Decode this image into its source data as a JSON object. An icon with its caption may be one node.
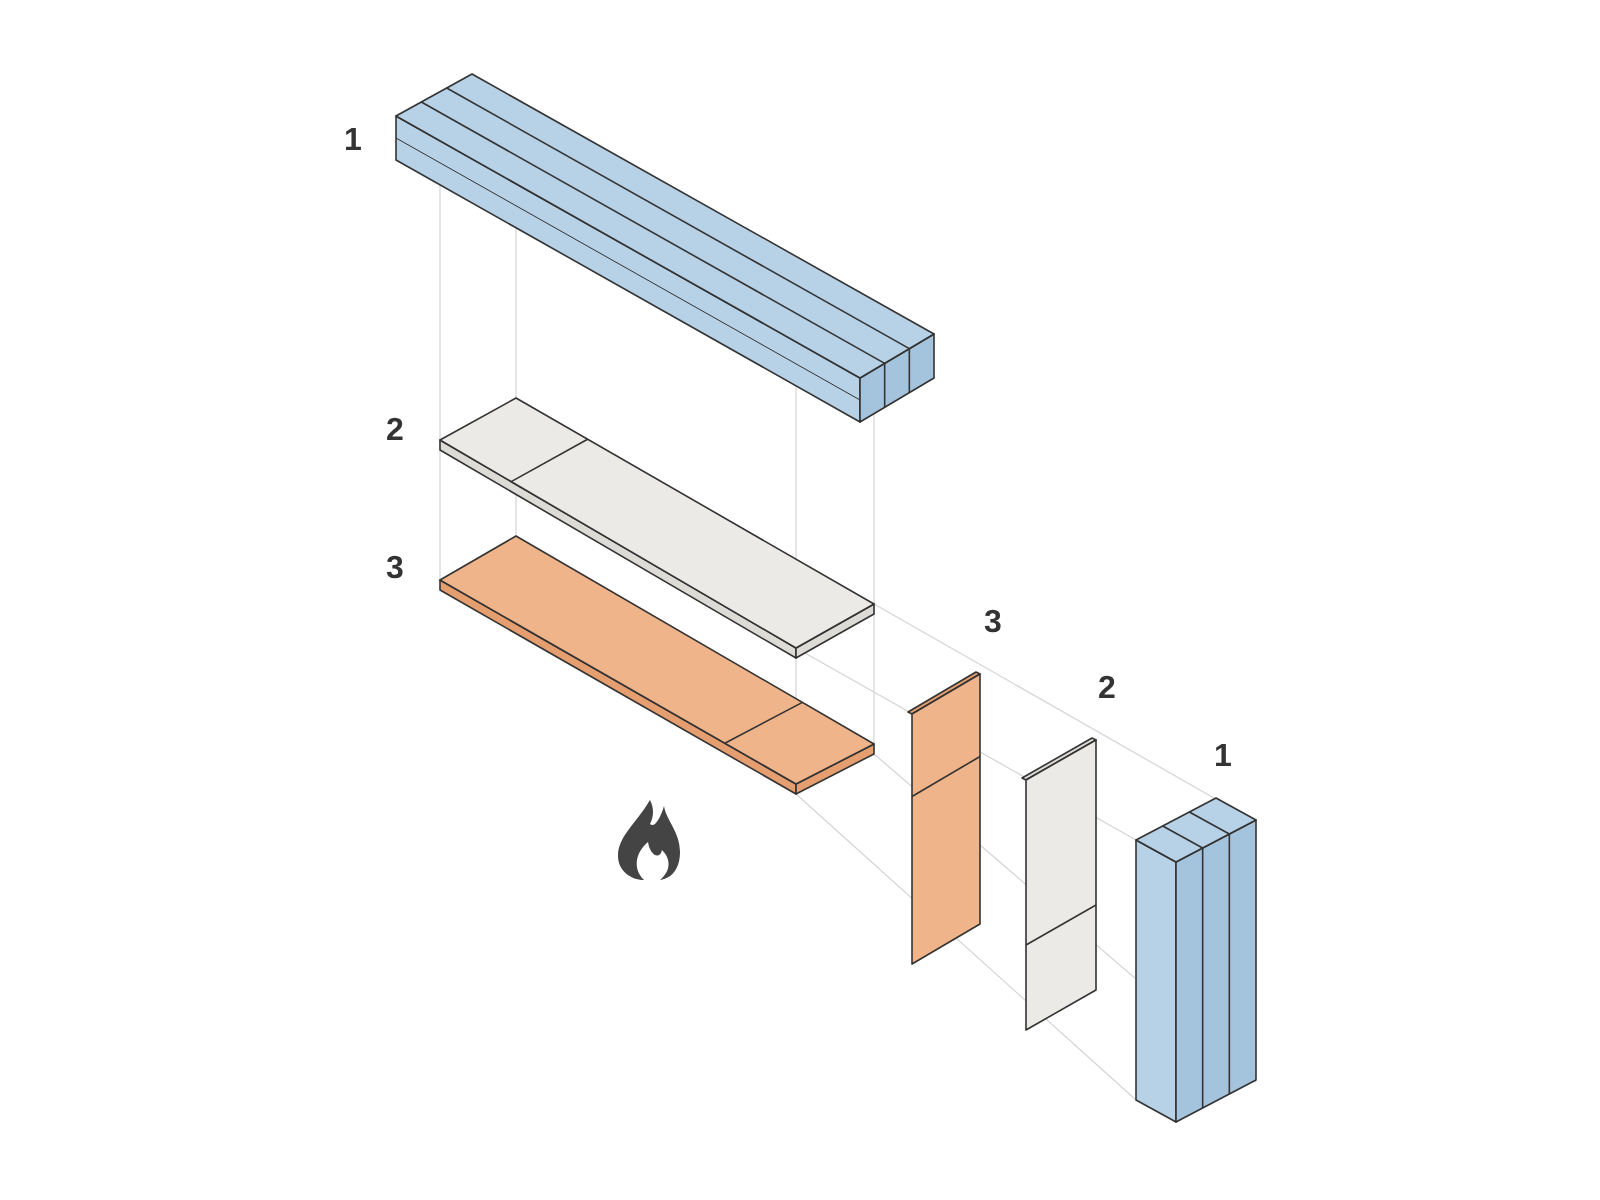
{
  "diagram": {
    "labels": [
      "1",
      "2",
      "3",
      "3",
      "2",
      "1"
    ]
  }
}
